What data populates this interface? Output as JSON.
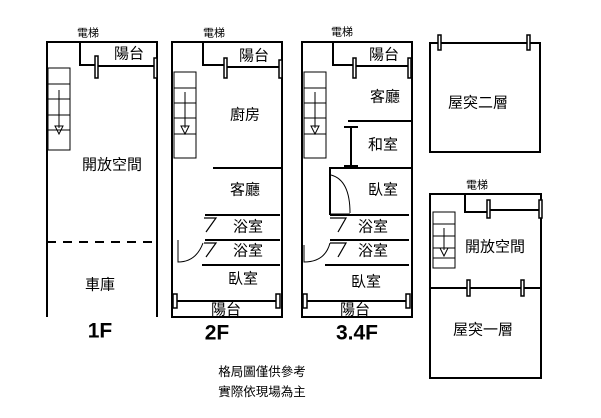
{
  "floors": {
    "f1": {
      "label": "1F",
      "elevator": "電梯",
      "balcony": "陽台",
      "open_space": "開放空間",
      "garage": "車庫"
    },
    "f2": {
      "label": "2F",
      "elevator": "電梯",
      "balcony_top": "陽台",
      "kitchen": "廚房",
      "living": "客廳",
      "bath1": "浴室",
      "bath2": "浴室",
      "bedroom": "臥室",
      "balcony_bottom": "陽台"
    },
    "f34": {
      "label": "3.4F",
      "elevator": "電梯",
      "balcony_top": "陽台",
      "living": "客廳",
      "tatami": "和室",
      "bedroom1": "臥室",
      "bath1": "浴室",
      "bath2": "浴室",
      "bedroom2": "臥室",
      "balcony_bottom": "陽台"
    },
    "roof2": {
      "label": "屋突二層"
    },
    "roof1": {
      "elevator": "電梯",
      "open_space": "開放空間",
      "label": "屋突一層"
    }
  },
  "notes": {
    "line1": "格局圖僅供參考",
    "line2": "實際依現場為主"
  }
}
